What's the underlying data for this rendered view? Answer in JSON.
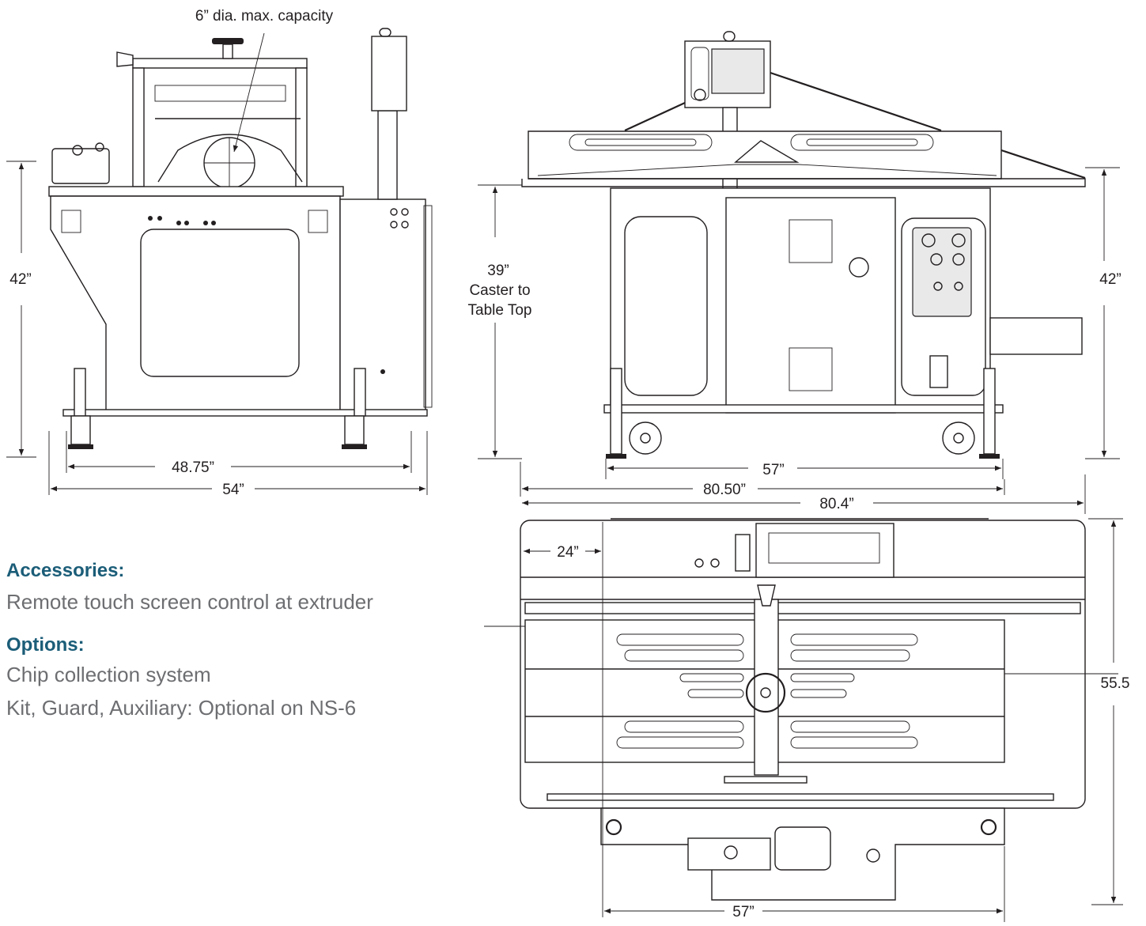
{
  "side_view": {
    "capacity_note": "6” dia. max. capacity",
    "height": "42”",
    "width_inner": "48.75”",
    "width_outer": "54”"
  },
  "front_view": {
    "caster_height": "39”",
    "caster_caption_1": "Caster to",
    "caster_caption_2": "Table Top",
    "height": "42”",
    "width_inner": "57”",
    "width_outer": "80.50”"
  },
  "top_view": {
    "width": "80.4”",
    "offset": "24”",
    "depth": "55.5",
    "base_width": "57”"
  },
  "accessories": {
    "heading": "Accessories:",
    "items": [
      "Remote touch screen control at extruder"
    ]
  },
  "options": {
    "heading": "Options:",
    "items": [
      "Chip collection system",
      "Kit, Guard, Auxiliary: Optional on NS-6"
    ]
  },
  "colors": {
    "heading": "#1b5d78",
    "body_text": "#6d6e71",
    "line": "#231f20"
  }
}
